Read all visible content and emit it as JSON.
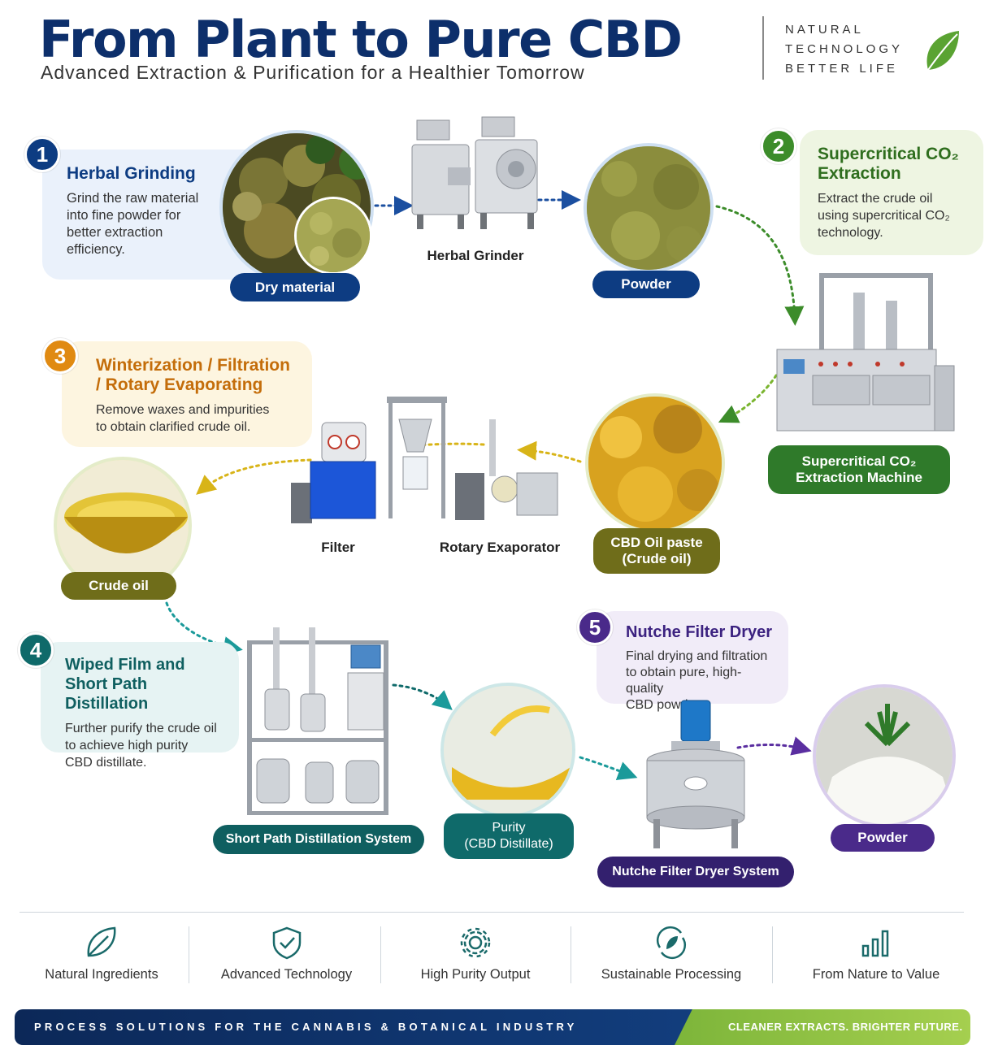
{
  "header": {
    "title": "From Plant to Pure CBD",
    "subtitle": "Advanced Extraction & Purification for a Healthier Tomorrow",
    "brand_lines": [
      "NATURAL",
      "TECHNOLOGY",
      "BETTER LIFE"
    ]
  },
  "steps": [
    {
      "number": "1",
      "title": "Herbal Grinding",
      "description": "Grind the raw material\ninto fine powder for\nbetter extraction\nefficiency.",
      "color": "#0d3c82"
    },
    {
      "number": "2",
      "title": "Supercritical CO₂\nExtraction",
      "description": "Extract the crude oil\nusing supercritical CO₂\ntechnology.",
      "color": "#3c8c2a"
    },
    {
      "number": "3",
      "title": "Winterization / Filtration\n/ Rotary Evaporating",
      "description": "Remove waxes and impurities\nto obtain clarified crude oil.",
      "color": "#e08a12"
    },
    {
      "number": "4",
      "title": "Wiped Film and\nShort Path Distillation",
      "description": "Further purify the crude oil\nto achieve high purity\nCBD distillate.",
      "color": "#0f6a6a"
    },
    {
      "number": "5",
      "title": "Nutche Filter Dryer",
      "description": "Final drying and filtration\nto obtain pure, high-quality\nCBD powder.",
      "color": "#4a2a8a"
    }
  ],
  "labels": {
    "dry_material": "Dry material",
    "herbal_grinder": "Herbal Grinder",
    "powder_1": "Powder",
    "sc_machine": "Supercritical CO₂\nExtraction Machine",
    "cbd_paste": "CBD Oil paste\n(Crude oil)",
    "filter": "Filter",
    "rotary": "Rotary Exaporator",
    "crude_oil": "Crude oil",
    "short_path": "Short Path Distillation System",
    "purity": "Purity\n(CBD Distillate)",
    "nutche": "Nutche Filter Dryer System",
    "powder_2": "Powder"
  },
  "features": [
    {
      "label": "Natural Ingredients",
      "icon": "leaf-icon"
    },
    {
      "label": "Advanced Technology",
      "icon": "shield-check-icon"
    },
    {
      "label": "High Purity Output",
      "icon": "gear-icon"
    },
    {
      "label": "Sustainable Processing",
      "icon": "recycle-leaf-icon"
    },
    {
      "label": "From Nature to Value",
      "icon": "bar-chart-icon"
    }
  ],
  "footer": {
    "left": "PROCESS SOLUTIONS FOR THE CANNABIS & BOTANICAL INDUSTRY",
    "right": "CLEANER EXTRACTS. BRIGHTER FUTURE."
  },
  "colors": {
    "navy": "#0d2f6b",
    "green": "#3c8c2a",
    "orange": "#e08a12",
    "olive": "#6f6d1a",
    "teal": "#0f6a6a",
    "purple": "#4a2a8a"
  }
}
